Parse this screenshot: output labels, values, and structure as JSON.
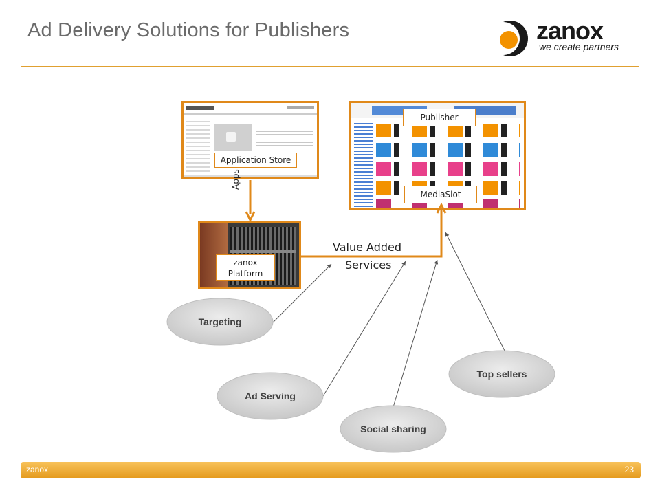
{
  "slide": {
    "title": "Ad Delivery Solutions for Publishers",
    "footer_left": "zanox",
    "page_number": "23"
  },
  "logo": {
    "word": "zanox",
    "tagline": "we create partners",
    "colors": {
      "orange": "#f39200",
      "dark": "#1a1a1a"
    }
  },
  "diagram": {
    "app_store_label": "Application Store",
    "publisher_label": "Publisher",
    "mediaslot_label": "MediaSlot",
    "platform_label": "zanox Platform",
    "apps_label": "Apps",
    "value_added_line1": "Value Added",
    "value_added_line2": "Services",
    "services": [
      {
        "label": "Targeting"
      },
      {
        "label": "Ad Serving"
      },
      {
        "label": "Social sharing"
      },
      {
        "label": "Top sellers"
      }
    ],
    "colors": {
      "connector": "#e0891a",
      "arrow_gray": "#555555",
      "ellipse_fill": "#d9d9d9"
    }
  }
}
